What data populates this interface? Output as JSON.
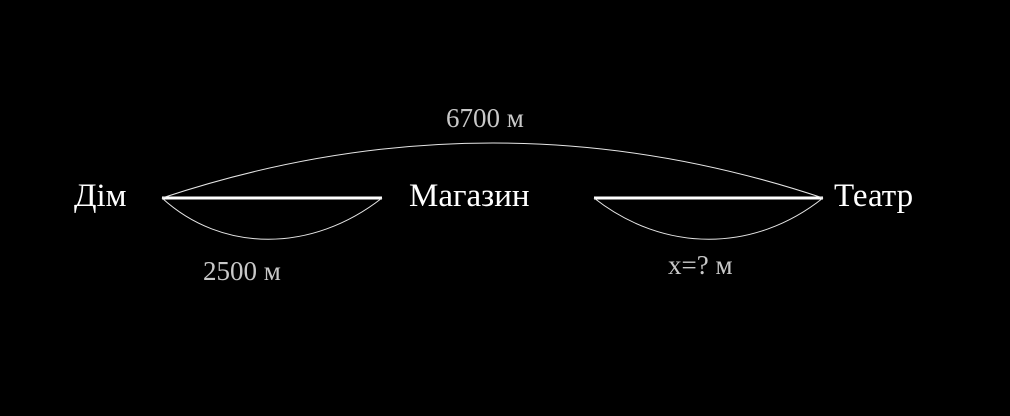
{
  "places": {
    "home": "Дім",
    "shop": "Магазин",
    "theatre": "Театр"
  },
  "distances": {
    "home_to_theatre": "6700 м",
    "home_to_shop": "2500 м",
    "shop_to_theatre": "x=? м"
  },
  "colors": {
    "background": "#000000",
    "lines": "#ffffff",
    "distance_text": "#c8c8c8"
  }
}
